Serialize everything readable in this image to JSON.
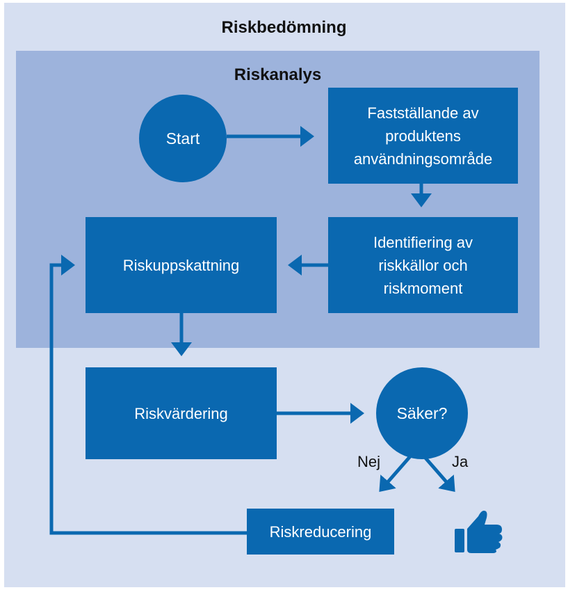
{
  "diagram": {
    "outer_title": "Riskbedömning",
    "inner_title": "Riskanalys",
    "nodes": {
      "start": "Start",
      "scope_lines": [
        "Fastställande av",
        "produktens",
        "användningsområde"
      ],
      "identification_lines": [
        "Identifiering av",
        "riskkällor och",
        "riskmoment"
      ],
      "estimation": "Riskuppskattning",
      "evaluation": "Riskvärdering",
      "decision": "Säker?",
      "reduction": "Riskreducering"
    },
    "edge_labels": {
      "no": "Nej",
      "yes": "Ja"
    },
    "end_icon": "thumbs-up-icon",
    "colors": {
      "node_fill": "#0a68b0",
      "analysis_region": "#9db3dc",
      "background": "#d6dff1"
    }
  }
}
